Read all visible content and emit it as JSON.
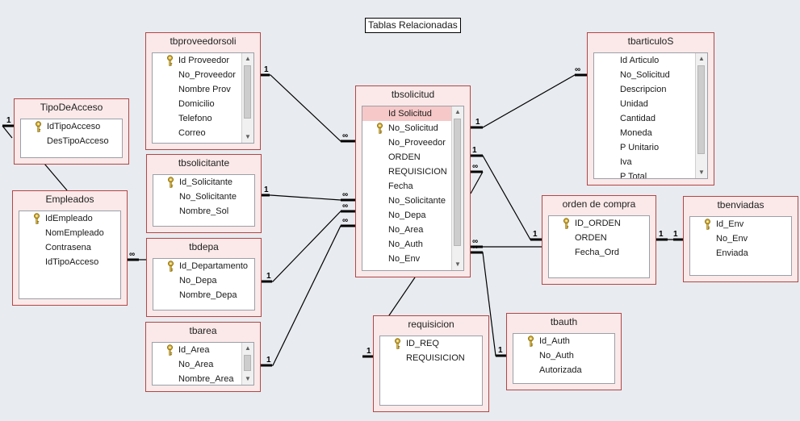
{
  "title": "Tablas Relacionadas",
  "colors": {
    "table_border": "#b24646",
    "table_bg": "#fbe9e9",
    "selected_field": "#f6c8c8",
    "line": "#000000"
  },
  "tables": {
    "tbproveedorsoli": {
      "name": "tbproveedorsoli",
      "fields": [
        {
          "label": "Id Proveedor",
          "key": true
        },
        {
          "label": "No_Proveedor"
        },
        {
          "label": "Nombre Prov"
        },
        {
          "label": "Domicilio"
        },
        {
          "label": "Telefono"
        },
        {
          "label": "Correo"
        }
      ]
    },
    "TipoDeAcceso": {
      "name": "TipoDeAcceso",
      "fields": [
        {
          "label": "IdTipoAcceso",
          "key": true
        },
        {
          "label": "DesTipoAcceso"
        }
      ]
    },
    "Empleados": {
      "name": "Empleados",
      "fields": [
        {
          "label": "IdEmpleado",
          "key": true
        },
        {
          "label": "NomEmpleado"
        },
        {
          "label": "Contrasena"
        },
        {
          "label": "IdTipoAcceso"
        }
      ]
    },
    "tbsolicitante": {
      "name": "tbsolicitante",
      "fields": [
        {
          "label": "Id_Solicitante",
          "key": true
        },
        {
          "label": "No_Solicitante"
        },
        {
          "label": "Nombre_Sol"
        }
      ]
    },
    "tbdepa": {
      "name": "tbdepa",
      "fields": [
        {
          "label": "Id_Departamento",
          "key": true
        },
        {
          "label": "No_Depa"
        },
        {
          "label": "Nombre_Depa"
        }
      ]
    },
    "tbarea": {
      "name": "tbarea",
      "fields": [
        {
          "label": "Id_Area",
          "key": true
        },
        {
          "label": "No_Area"
        },
        {
          "label": "Nombre_Area"
        }
      ]
    },
    "tbsolicitud": {
      "name": "tbsolicitud",
      "fields": [
        {
          "label": "Id Solicitud",
          "selected": true
        },
        {
          "label": "No_Solicitud",
          "key": true
        },
        {
          "label": "No_Proveedor"
        },
        {
          "label": "ORDEN"
        },
        {
          "label": "REQUISICION"
        },
        {
          "label": "Fecha"
        },
        {
          "label": "No_Solicitante"
        },
        {
          "label": "No_Depa"
        },
        {
          "label": "No_Area"
        },
        {
          "label": "No_Auth"
        },
        {
          "label": "No_Env"
        }
      ]
    },
    "requisicion": {
      "name": "requisicion",
      "fields": [
        {
          "label": "ID_REQ",
          "key": true
        },
        {
          "label": "REQUISICION"
        }
      ]
    },
    "tbarticulos": {
      "name": "tbarticuloS",
      "fields": [
        {
          "label": "Id Articulo"
        },
        {
          "label": "No_Solicitud"
        },
        {
          "label": "Descripcion"
        },
        {
          "label": "Unidad"
        },
        {
          "label": "Cantidad"
        },
        {
          "label": "Moneda"
        },
        {
          "label": "P Unitario"
        },
        {
          "label": "Iva"
        },
        {
          "label": "P Total"
        }
      ]
    },
    "orden_de_compra": {
      "name": "orden de compra",
      "fields": [
        {
          "label": "ID_ORDEN",
          "key": true
        },
        {
          "label": "ORDEN"
        },
        {
          "label": "Fecha_Ord"
        }
      ]
    },
    "tbenviadas": {
      "name": "tbenviadas",
      "fields": [
        {
          "label": "Id_Env",
          "key": true
        },
        {
          "label": "No_Env"
        },
        {
          "label": "Enviada"
        }
      ]
    },
    "tbauth": {
      "name": "tbauth",
      "fields": [
        {
          "label": "Id_Auth",
          "key": true
        },
        {
          "label": "No_Auth"
        },
        {
          "label": "Autorizada"
        }
      ]
    }
  },
  "relationship_labels": {
    "one": "1",
    "many": "∞"
  }
}
